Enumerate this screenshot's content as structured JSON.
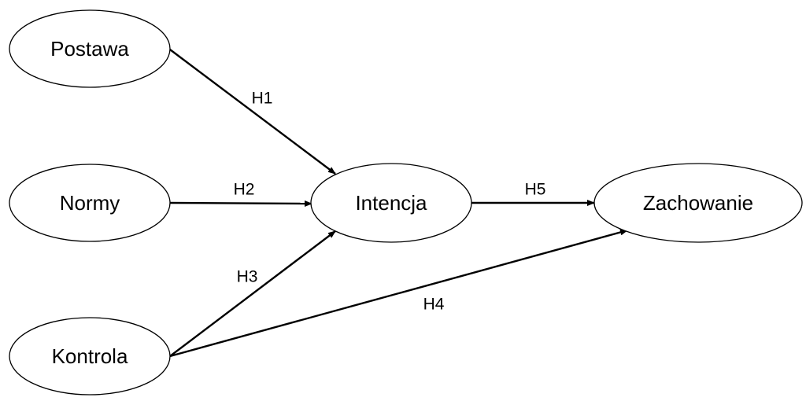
{
  "diagram": {
    "nodes": {
      "postawa": "Postawa",
      "normy": "Normy",
      "kontrola": "Kontrola",
      "intencja": "Intencja",
      "zachowanie": "Zachowanie"
    },
    "edges": {
      "h1": "H1",
      "h2": "H2",
      "h3": "H3",
      "h4": "H4",
      "h5": "H5"
    },
    "colors": {
      "stroke": "#000000",
      "fill": "#ffffff"
    }
  }
}
